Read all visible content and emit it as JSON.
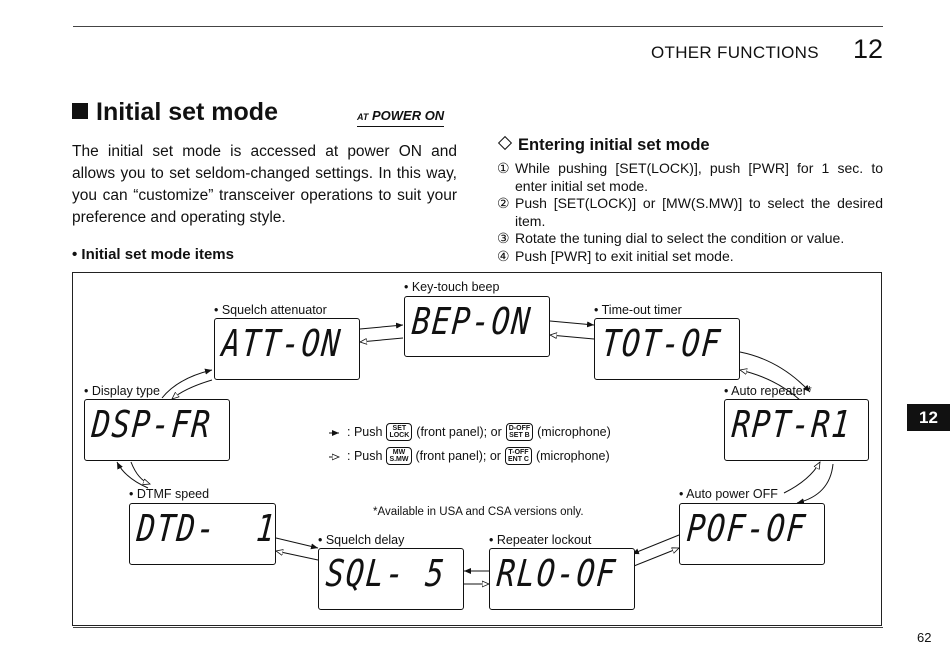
{
  "header": {
    "section_title": "OTHER FUNCTIONS",
    "section_number": "12"
  },
  "main_heading": "Initial set mode",
  "power_on_badge": {
    "prefix": "AT",
    "label": "POWER ON"
  },
  "intro_text": "The initial set mode is accessed at power ON and allows you to set seldom-changed settings. In this way, you can “customize” transceiver operations to suit your preference and operating style.",
  "entering": {
    "heading": "Entering initial set mode",
    "steps": [
      {
        "num": "①",
        "text": "While pushing [SET(LOCK)], push [PWR] for 1 sec. to enter initial set mode."
      },
      {
        "num": "②",
        "text": "Push [SET(LOCK)] or [MW(S.MW)] to select the desired item."
      },
      {
        "num": "③",
        "text": "Rotate the tuning dial to select the condition or value."
      },
      {
        "num": "④",
        "text": "Push [PWR] to exit initial set mode."
      }
    ]
  },
  "items_heading": "• Initial set mode items",
  "displays": [
    {
      "label": "• Key-touch beep",
      "readout": "BEP-ON"
    },
    {
      "label": "• Squelch attenuator",
      "readout": "ATT-ON"
    },
    {
      "label": "• Time-out timer",
      "readout": "TOT-OF"
    },
    {
      "label": "• Display type",
      "readout": "DSP-FR"
    },
    {
      "label": "• Auto repeater*",
      "readout": "RPT-R1"
    },
    {
      "label": "• DTMF speed",
      "readout": "DTD-  1"
    },
    {
      "label": "• Auto power OFF",
      "readout": "POF-OF"
    },
    {
      "label": "• Squelch delay",
      "readout": "SQL- 5"
    },
    {
      "label": "• Repeater lockout",
      "readout": "RLO-OF"
    }
  ],
  "legend": [
    {
      "prefix": ": Push",
      "key_top": "SET",
      "key_bottom": "LOCK",
      "mid": "(front panel); or",
      "mic_top": "D-OFF",
      "mic_bottom": "SET B",
      "suffix": "(microphone)"
    },
    {
      "prefix": ": Push",
      "key_top": "MW",
      "key_bottom": "S.MW",
      "mid": "(front panel); or",
      "mic_top": "T-OFF",
      "mic_bottom": "ENT C",
      "suffix": "(microphone)"
    }
  ],
  "footnote": "*Available in USA and CSA versions only.",
  "side_tab": "12",
  "page_number": "62"
}
